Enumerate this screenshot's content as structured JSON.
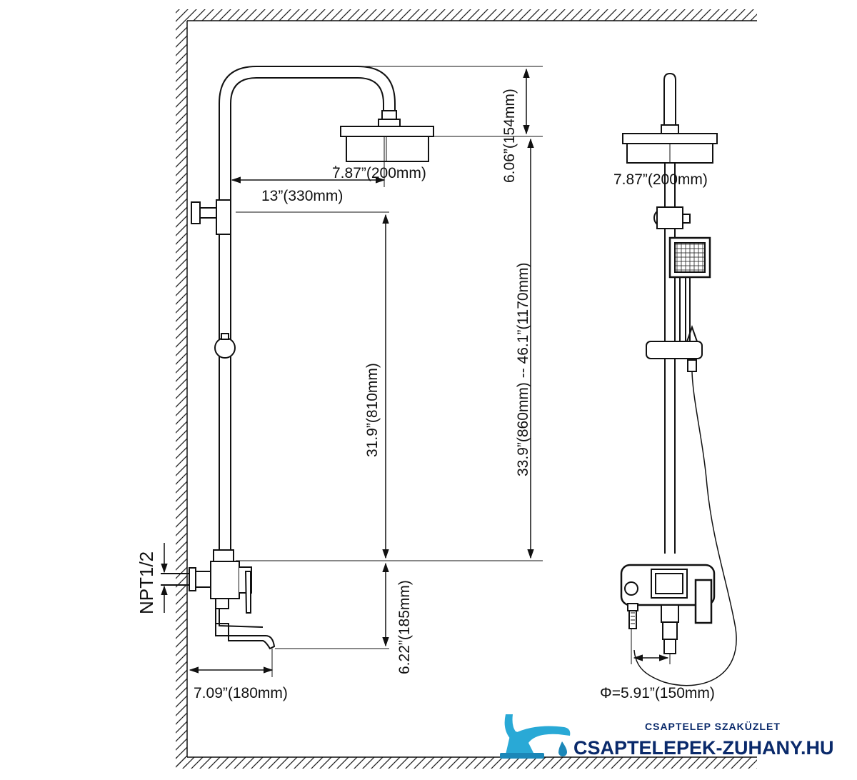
{
  "dimensions": {
    "head_width_side": "7.87”(200mm)",
    "arm_reach": "13”(330mm)",
    "head_drop": "6.06”(154mm)",
    "slide_height": "31.9”(810mm)",
    "total_height": "33.9”(860mm) -- 46.1”(1170mm)",
    "spout_drop": "6.22”(185mm)",
    "spout_reach": "7.09”(180mm)",
    "inlet_thread": "NPT1/2",
    "head_width_front": "7.87”(200mm)",
    "inlet_spacing": "Φ=5.91”(150mm)"
  },
  "brand": {
    "tagline": "CSAPTELEP SZAKÜZLET",
    "site": "CSAPTELEPEK-ZUHANY.HU",
    "color_primary": "#0a2a6b",
    "color_accent": "#29a9d6"
  },
  "colors": {
    "line": "#111111",
    "background": "#ffffff"
  }
}
